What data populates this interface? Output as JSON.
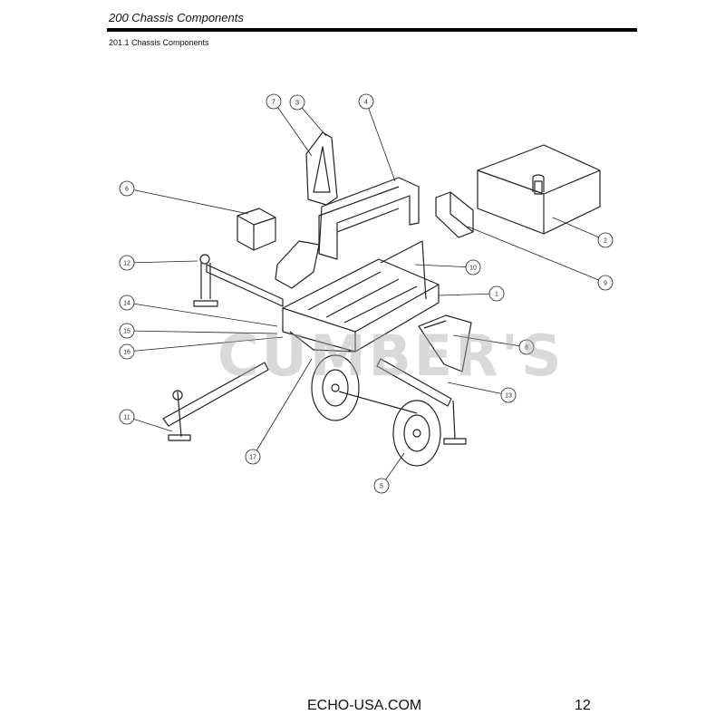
{
  "header": {
    "title": "200 Chassis Components",
    "subtitle": "201.1 Chassis Components"
  },
  "watermark": "CUMBER'S",
  "callouts": [
    "1",
    "2",
    "3",
    "4",
    "5",
    "6",
    "7",
    "8",
    "9",
    "10",
    "11",
    "12",
    "13",
    "14",
    "15",
    "16",
    "17"
  ],
  "footer": {
    "url": "ECHO-USA.COM",
    "page": "12"
  }
}
